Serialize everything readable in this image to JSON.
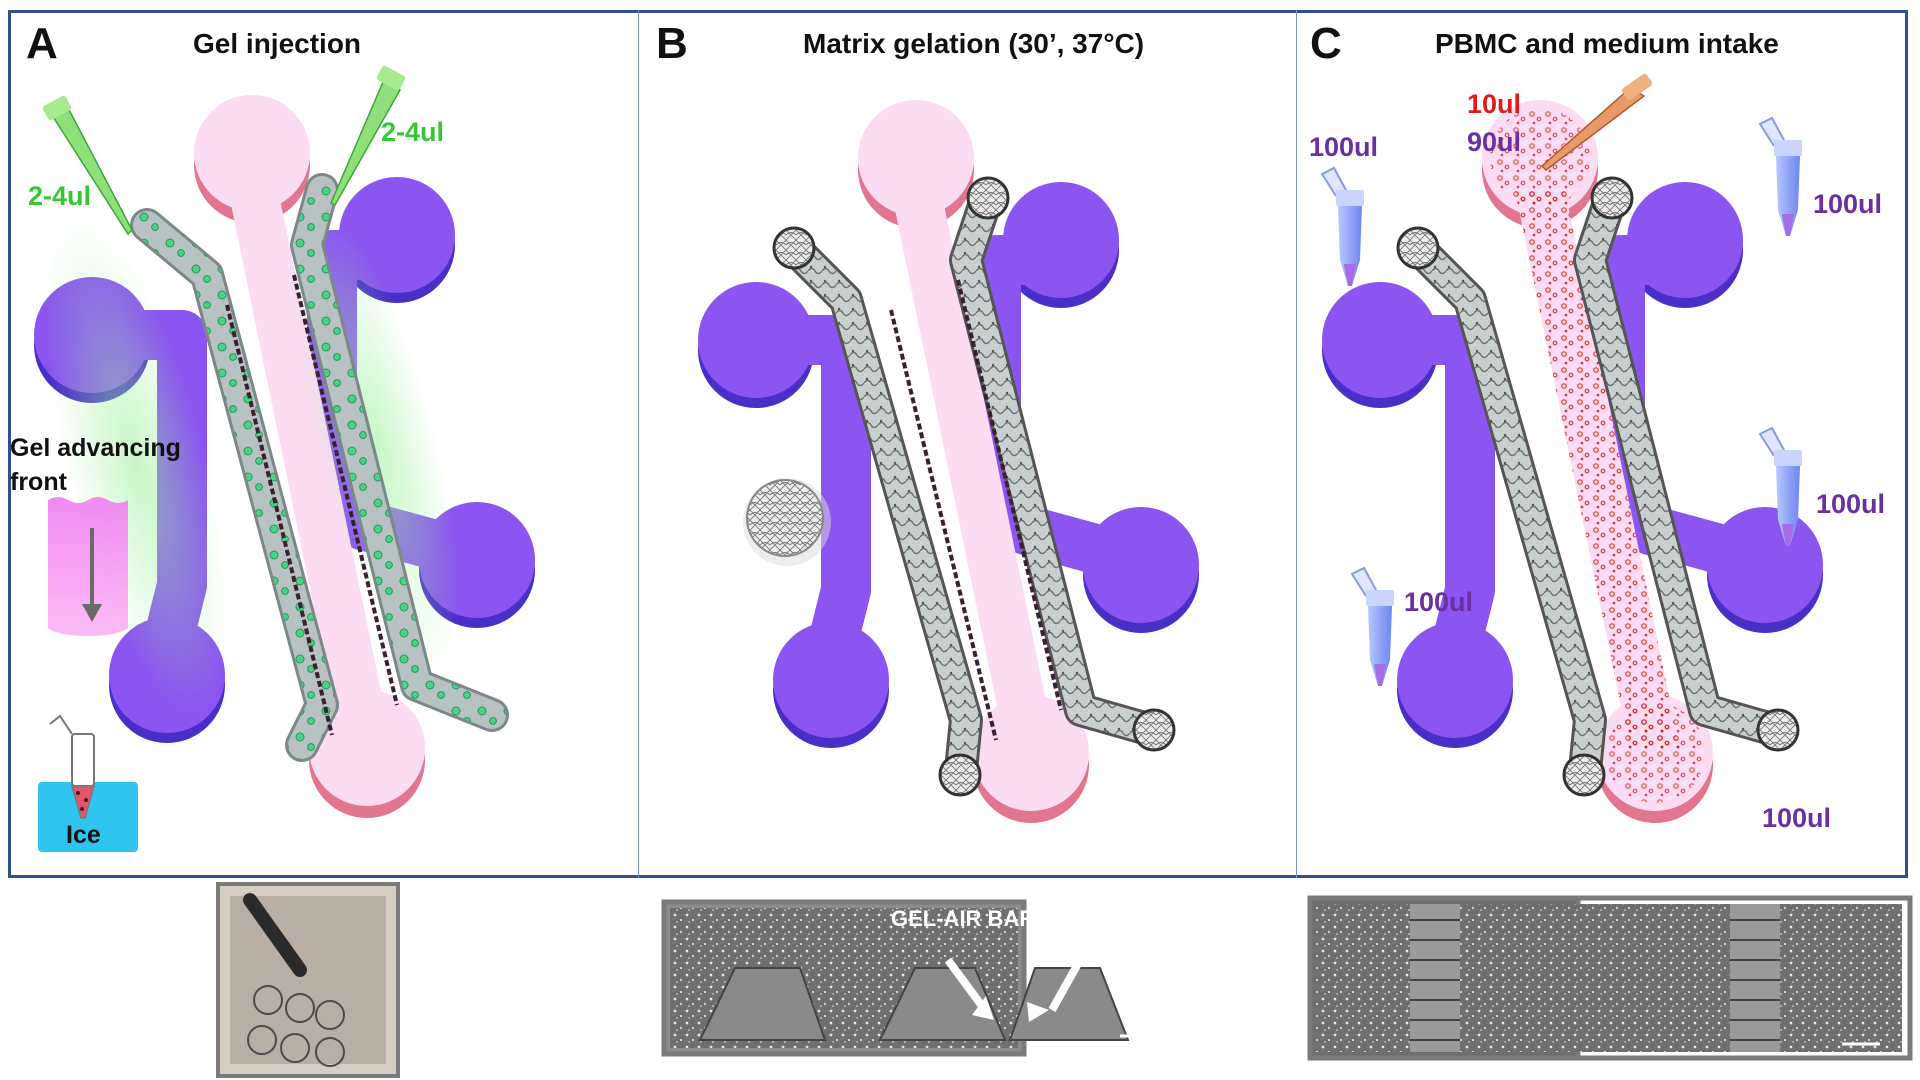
{
  "panels": [
    {
      "letter": "A",
      "title": "Gel injection"
    },
    {
      "letter": "B",
      "title": "Matrix gelation (30’, 37°C)"
    },
    {
      "letter": "C",
      "title": "PBMC  and medium  intake"
    }
  ],
  "panel_a": {
    "left_volume": "2-4ul",
    "right_volume": "2-4ul",
    "gel_front_line1": "Gel advancing",
    "gel_front_line2": "front",
    "ice_label": "Ice"
  },
  "panel_c": {
    "pbmc_volume": "10ul",
    "medium_center": "90ul",
    "medium_top_left": "100ul",
    "medium_top_right": "100ul",
    "medium_mid_right": "100ul",
    "medium_low_left": "100ul",
    "medium_bottom": "100ul"
  },
  "micrograph_b": {
    "caption": "GEL-AIR BARRIER"
  },
  "colors": {
    "reservoir": "#8a55f0",
    "reservoir_shadow": "#4a2ec8",
    "central_channel": "#fbdcf3",
    "central_rim": "#e2758f",
    "gel_channel": "#b8c2c2",
    "gel_cells": "#4dd08a",
    "frame": "#2f4f8f",
    "pbmc": "#e01b1b",
    "medium_text": "#6a2fa0",
    "pipette_green": "#8fe07a",
    "pipette_orange": "#e89a6a",
    "ice": "#2ec4ee"
  },
  "icons": [
    "pipette-icon",
    "eppendorf-tube-icon",
    "ice-bath-icon",
    "fiber-matrix-icon",
    "arrow-down-icon"
  ]
}
